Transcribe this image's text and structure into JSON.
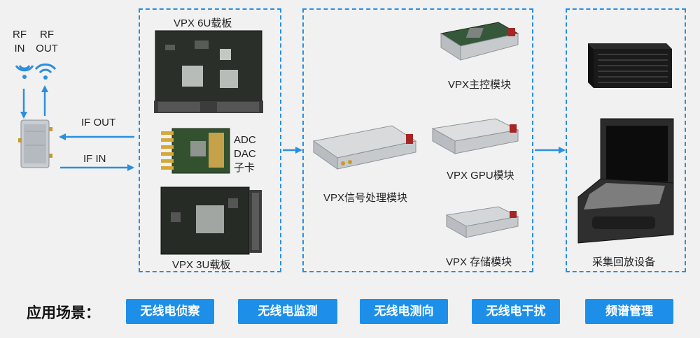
{
  "rf": {
    "in_label_1": "RF",
    "in_label_2": "IN",
    "out_label_1": "RF",
    "out_label_2": "OUT"
  },
  "if_links": {
    "out": "IF OUT",
    "in": "IF IN"
  },
  "carrier": {
    "vpx6u": "VPX 6U载板",
    "adc_1": "ADC",
    "adc_2": "DAC",
    "adc_3": "子卡",
    "vpx3u": "VPX 3U载板"
  },
  "signal_module": "VPX信号处理模块",
  "modules": {
    "main": "VPX主控模块",
    "gpu": "VPX GPU模块",
    "storage": "VPX 存储模块"
  },
  "device": "采集回放设备",
  "scenarios": {
    "heading": "应用场景：",
    "items": [
      "无线电侦察",
      "无线电监测",
      "无线电测向",
      "无线电干扰",
      "频谱管理"
    ]
  },
  "colors": {
    "accent": "#1e8fe8",
    "dash": "#2b8fe0",
    "board_green": "#2e4a2c"
  }
}
